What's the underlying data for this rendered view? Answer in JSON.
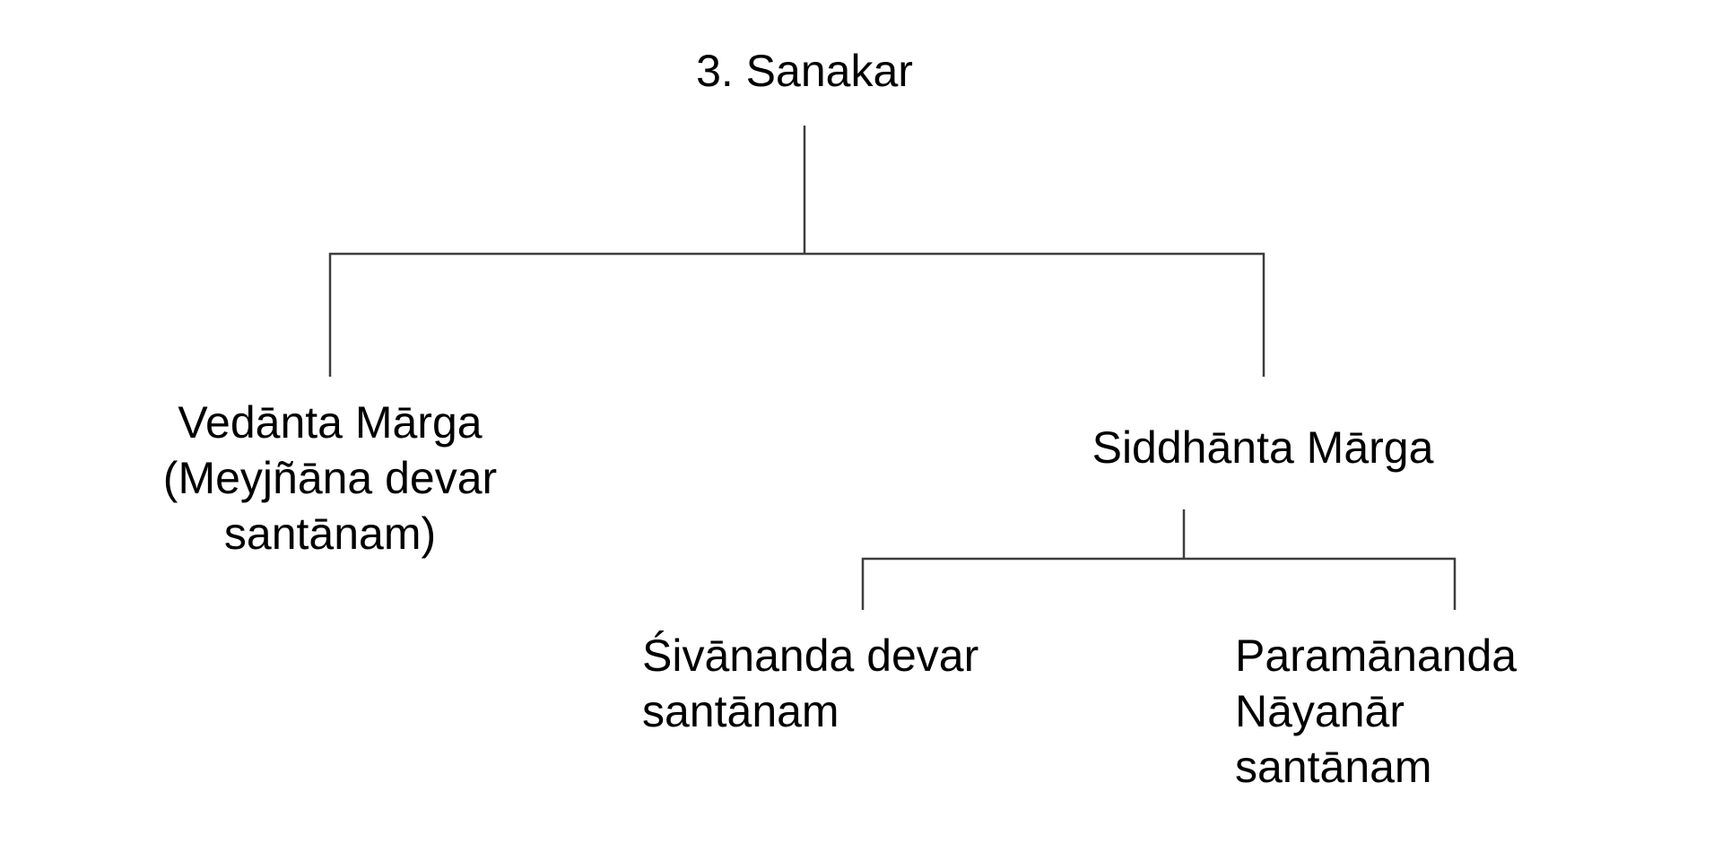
{
  "diagram": {
    "type": "tree",
    "tree": {
      "label": "3. Sanakar",
      "children": [
        {
          "label": "Vedānta Mārga (Meyjñāna devar santānam)"
        },
        {
          "label": "Siddhānta Mārga",
          "children": [
            {
              "label": "Śivānanda devar santānam"
            },
            {
              "label": "Paramānanda Nāyanār santānam"
            }
          ]
        }
      ]
    }
  },
  "nodes": {
    "root": "3. Sanakar",
    "vedanta": "Vedānta Mārga\n(Meyjñāna devar\nsantānam)",
    "siddhanta": "Siddhānta Mārga",
    "sivananda": "Śivānanda devar\nsantānam",
    "paramananda": "Paramānanda\nNāyanār\nsantānam"
  },
  "style": {
    "line_color": "#3d3d3d",
    "text_color": "#000000",
    "background": "#ffffff"
  }
}
